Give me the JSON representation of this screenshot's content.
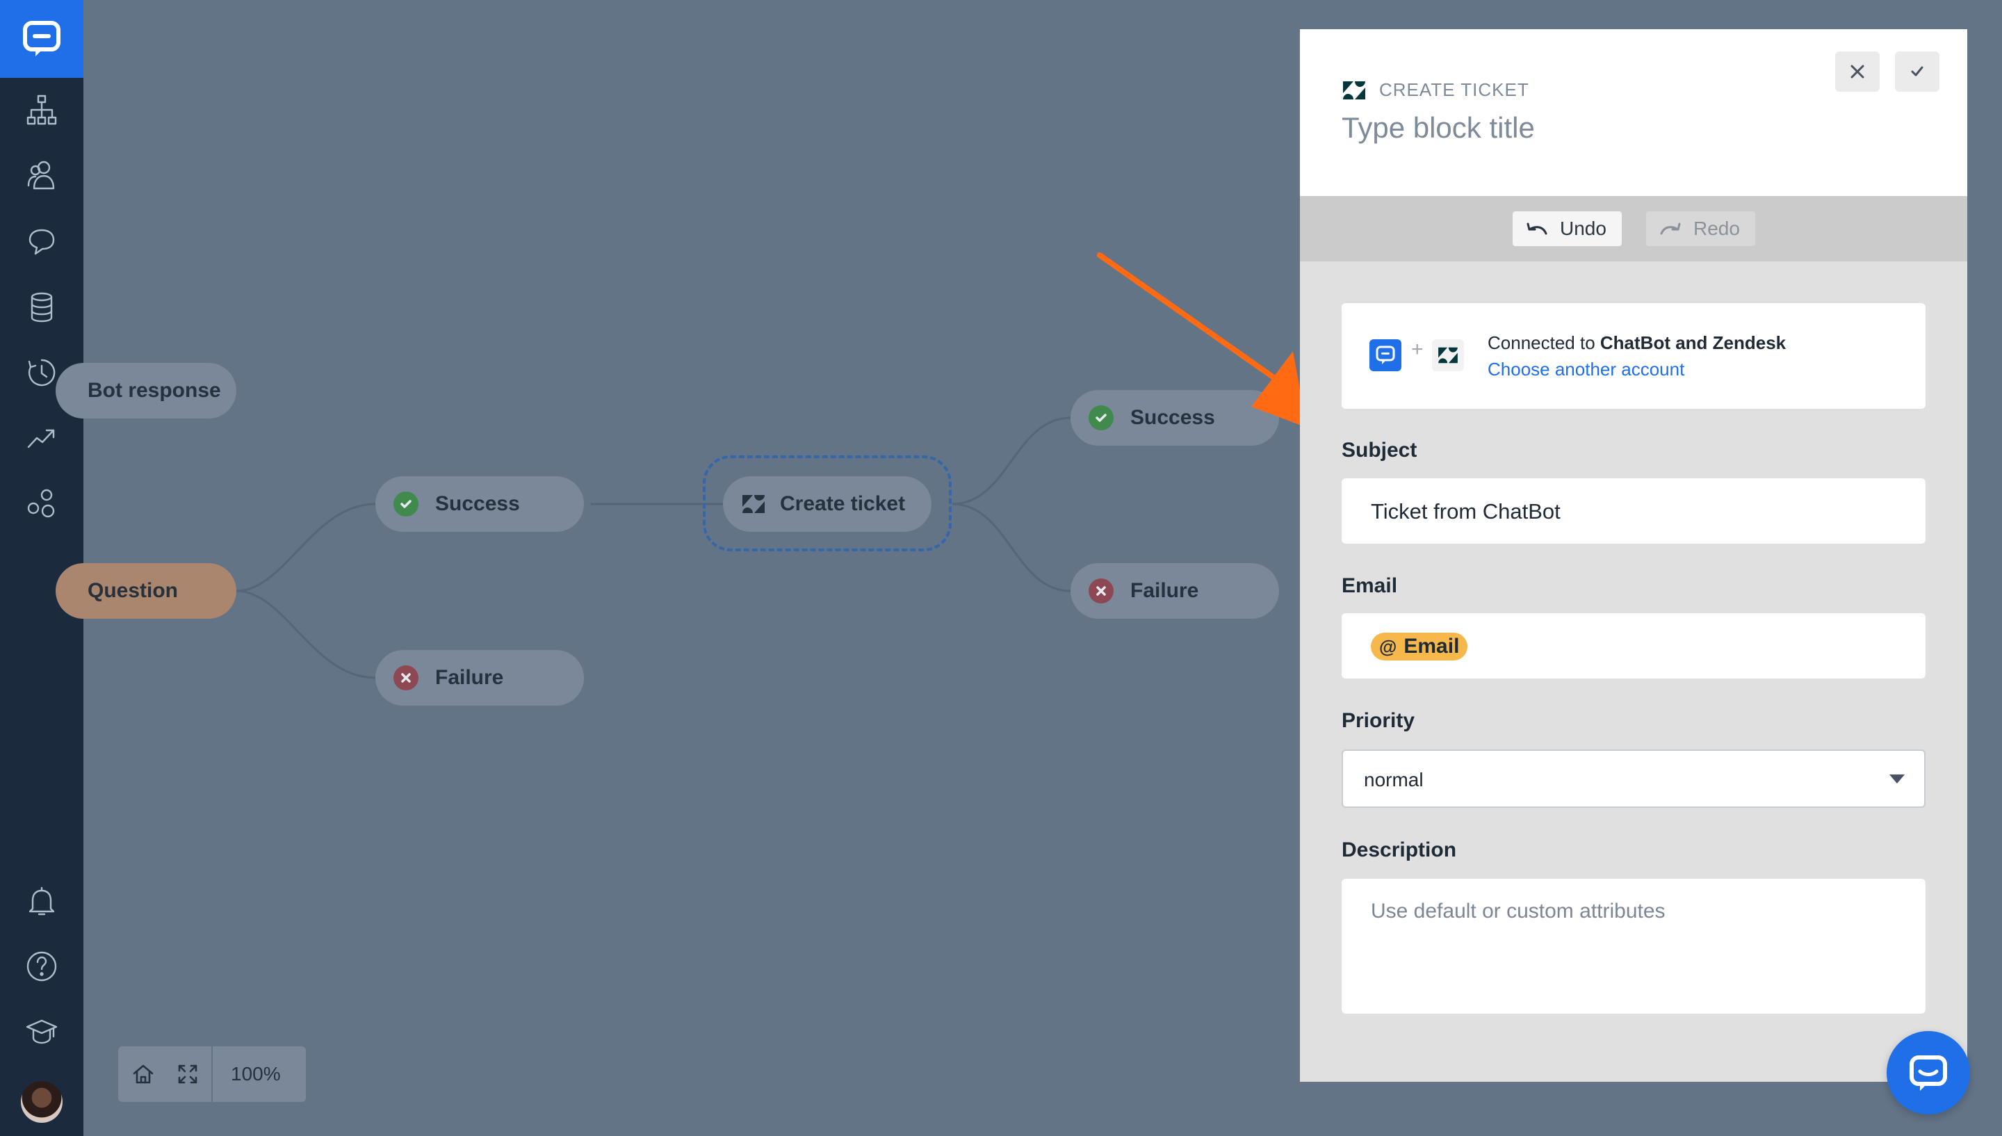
{
  "sidebar": {
    "items": [
      {
        "icon": "chatbot-logo-icon"
      },
      {
        "icon": "stories-tree-icon"
      },
      {
        "icon": "users-icon"
      },
      {
        "icon": "chat-bubble-icon"
      },
      {
        "icon": "database-icon"
      },
      {
        "icon": "history-icon"
      },
      {
        "icon": "reports-trend-icon"
      },
      {
        "icon": "integrations-icon"
      },
      {
        "icon": "bell-icon"
      },
      {
        "icon": "help-icon"
      },
      {
        "icon": "academy-cap-icon"
      },
      {
        "icon": "avatar"
      }
    ]
  },
  "canvas": {
    "nodes": {
      "bot_response": "Bot response",
      "question": "Question",
      "success_1": "Success",
      "failure_1": "Failure",
      "create_ticket": "Create ticket",
      "success_2": "Success",
      "failure_2": "Failure"
    },
    "zoom": "100%"
  },
  "panel": {
    "kicker": "CREATE TICKET",
    "title_placeholder": "Type block title",
    "undo": "Undo",
    "redo": "Redo",
    "connection": {
      "prefix": "Connected to ",
      "account": "ChatBot and Zendesk",
      "plus": "+",
      "link": "Choose another account"
    },
    "fields": {
      "subject_label": "Subject",
      "subject_value": "Ticket from ChatBot",
      "email_label": "Email",
      "email_attr": "Email",
      "email_at": "@",
      "priority_label": "Priority",
      "priority_value": "normal",
      "description_label": "Description",
      "description_placeholder": "Use default or custom attributes"
    }
  },
  "colors": {
    "accent": "#1f6fe8",
    "sidebar_bg": "#1c2a3d",
    "canvas_bg": "#637487",
    "annotation_arrow": "#ff6a13",
    "attribute_pill": "#f7b84b"
  }
}
